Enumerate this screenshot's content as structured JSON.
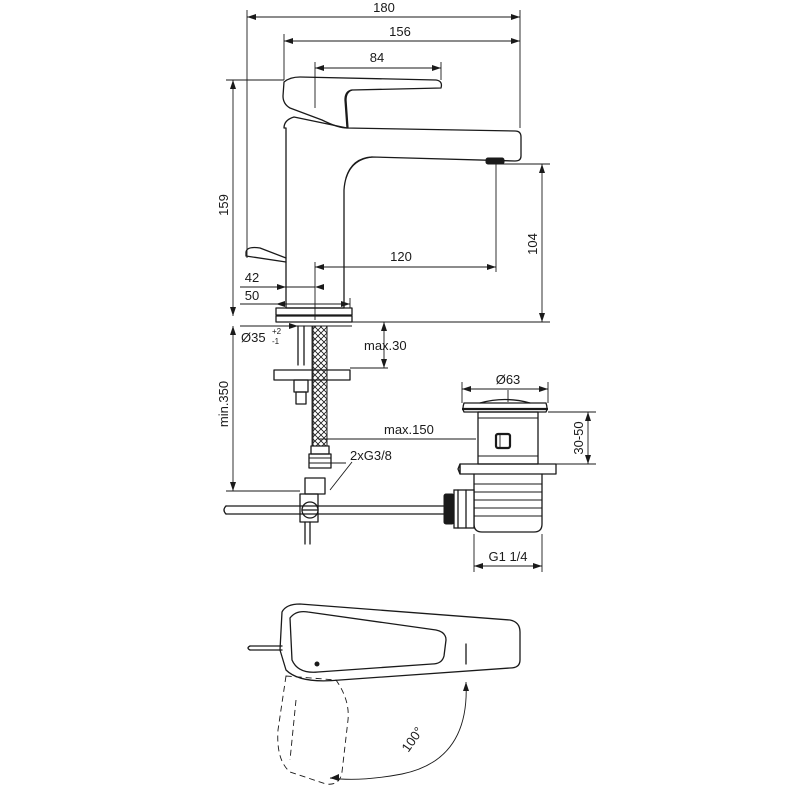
{
  "dimensions": {
    "overall_depth": "180",
    "spout_reach_from_body": "156",
    "lever_length": "84",
    "height": "159",
    "spout_height": "104",
    "spout_projection": "120",
    "dim_42": "42",
    "body_width": "50",
    "hole_diameter_prefix": "Ø35",
    "hole_tol_plus": "+2",
    "hole_tol_minus": "-1",
    "max_deck_thickness": "max.30",
    "min_supply_length": "min.350",
    "max_hose": "max.150",
    "connection": "2xG3/8",
    "waste_diameter": "Ø63",
    "waste_range": "30-50",
    "waste_thread": "G1 1/4",
    "lever_rotation": "100°"
  }
}
